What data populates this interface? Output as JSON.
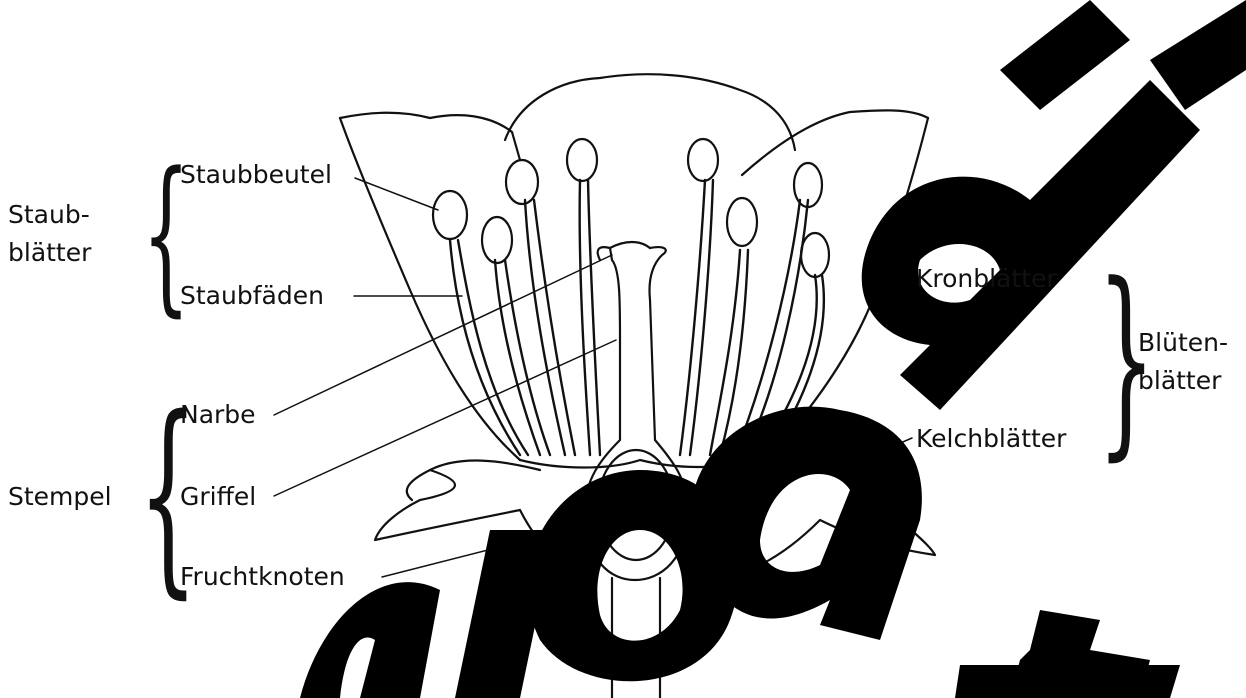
{
  "labels": {
    "staubbeutel": "Staubbeutel",
    "staubfaeden": "Staubfäden",
    "staubblaetter_line1": "Staub-",
    "staubblaetter_line2": "blätter",
    "narbe": "Narbe",
    "griffel": "Griffel",
    "fruchtknoten": "Fruchtknoten",
    "stempel": "Stempel",
    "kronblaetter": "Kronblätter",
    "kelchblaetter": "Kelchblätter",
    "bluetenblaetter_line1": "Blüten-",
    "bluetenblaetter_line2": "blätter"
  },
  "watermark": {
    "text": "Download",
    "color": "#000000"
  },
  "colors": {
    "ink": "#111111",
    "background": "#ffffff"
  }
}
